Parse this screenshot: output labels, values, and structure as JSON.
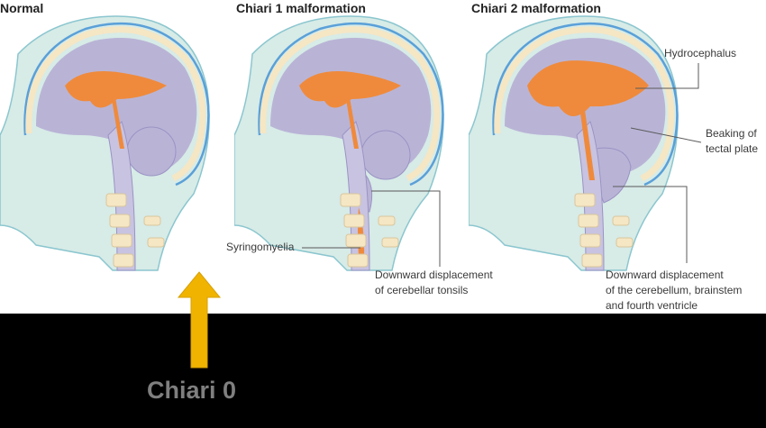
{
  "panels": [
    {
      "title": "Normal"
    },
    {
      "title": "Chiari 1 malformation"
    },
    {
      "title": "Chiari 2 malformation"
    }
  ],
  "labels": {
    "syringomyelia": "Syringomyelia",
    "chiari1_tonsils": [
      "Downward displacement",
      "of cerebellar tonsils"
    ],
    "hydrocephalus": "Hydrocephalus",
    "beaking": [
      "Beaking of",
      "tectal plate"
    ],
    "chiari2_displacement": [
      "Downward displacement",
      "of the cerebellum, brainstem",
      "and fourth ventricle"
    ]
  },
  "overlay": {
    "label": "Chiari 0",
    "arrow_color": "#f0b400",
    "arrow_direction": "up"
  },
  "colors": {
    "brain": "#b9b4d6",
    "ventricles": "#ef8a3c",
    "skin": "#d7ebe7",
    "skull_outline": "#5aa0d8",
    "bone": "#f5e6c4"
  }
}
